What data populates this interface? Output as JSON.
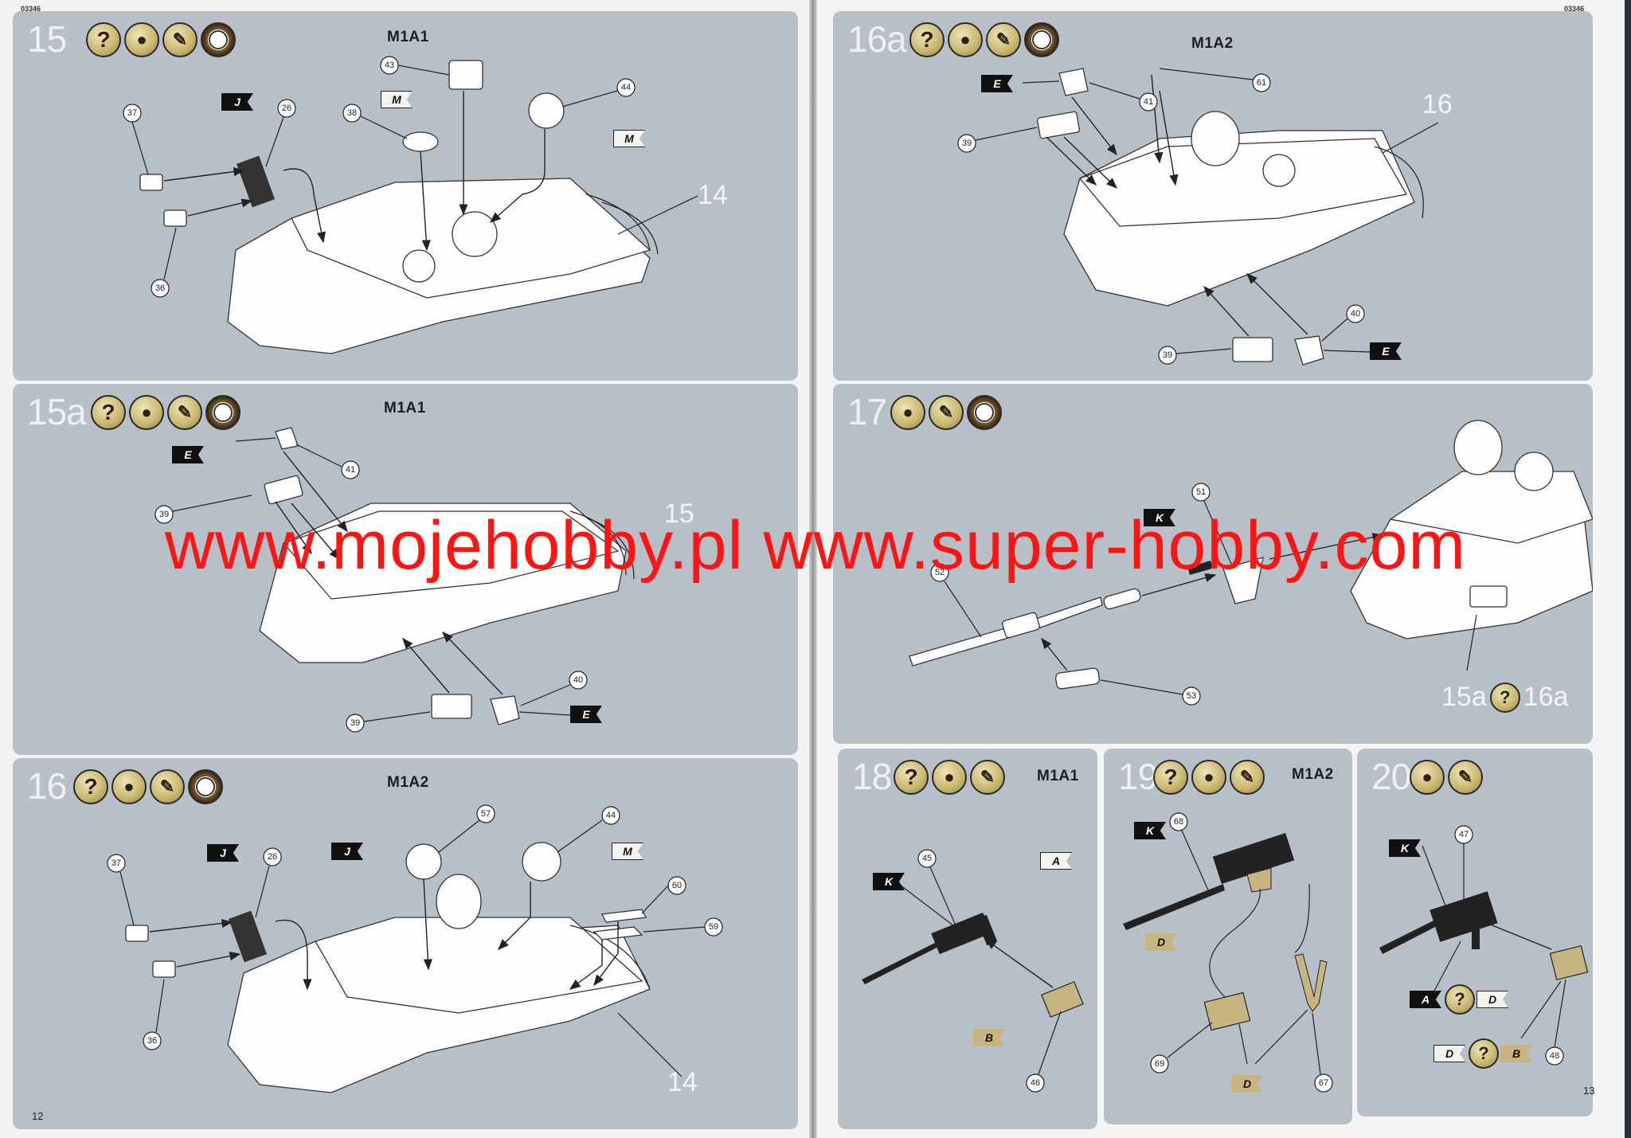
{
  "doc_code": "03346",
  "page_numbers": {
    "left": "12",
    "right": "13"
  },
  "watermark": "www.mojehobby.pl www.super-hobby.com",
  "icons": {
    "question": "?",
    "glue": "glue-drop-icon",
    "paint": "paint-brush-icon",
    "time": "clock-icon"
  },
  "steps": {
    "s15": {
      "num": "15",
      "variant": "M1A1",
      "callouts": [
        "43",
        "38",
        "44",
        "37",
        "26",
        "36"
      ],
      "tags": [
        "M",
        "M",
        "J"
      ],
      "label": "14"
    },
    "s15a": {
      "num": "15a",
      "variant": "M1A1",
      "callouts": [
        "41",
        "39",
        "39",
        "40"
      ],
      "tags": [
        "E",
        "E"
      ],
      "label": "15"
    },
    "s16": {
      "num": "16",
      "variant": "M1A2",
      "callouts": [
        "57",
        "44",
        "37",
        "26",
        "60",
        "59",
        "36"
      ],
      "tags": [
        "J",
        "J",
        "M"
      ],
      "label": "14"
    },
    "s16a": {
      "num": "16a",
      "variant": "M1A2",
      "callouts": [
        "61",
        "41",
        "39",
        "39",
        "40"
      ],
      "tags": [
        "E",
        "E"
      ],
      "label": "16"
    },
    "s17": {
      "num": "17",
      "callouts": [
        "51",
        "52",
        "53"
      ],
      "tags": [
        "K"
      ],
      "ref_left": "15a",
      "ref_q": "?",
      "ref_right": "16a"
    },
    "s18": {
      "num": "18",
      "variant": "M1A1",
      "callouts": [
        "45",
        "46"
      ],
      "tags": [
        "K",
        "A",
        "B"
      ]
    },
    "s19": {
      "num": "19",
      "variant": "M1A2",
      "callouts": [
        "68",
        "69",
        "67"
      ],
      "tags": [
        "K",
        "D",
        "D"
      ]
    },
    "s20": {
      "num": "20",
      "callouts": [
        "47",
        "48"
      ],
      "tags": [
        "K",
        "A",
        "D",
        "D",
        "B"
      ]
    }
  }
}
